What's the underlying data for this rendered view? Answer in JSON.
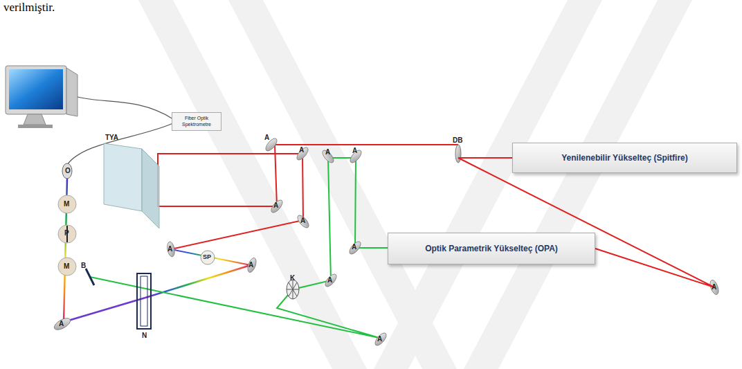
{
  "diagram": {
    "nodes": [
      {
        "text": [
          "Fiber Optik Spektrometre"
        ]
      },
      {
        "text": [
          "Yenilenebilir Yükselteç (Spitfire)"
        ]
      },
      {
        "text": [
          "Optik Parametrik Yükselteç (OPA)"
        ]
      }
    ],
    "edges": [
      {
        "from": 1,
        "to": 2,
        "arrow": "none"
      }
    ],
    "labels": [
      "verilmiştir.",
      "TYA",
      "A",
      "DB",
      "A",
      "A",
      "A",
      "O",
      "M",
      "A",
      "P",
      "A",
      "A",
      "A",
      "SP",
      "A",
      "M",
      "B",
      "K",
      "A",
      "A",
      "A",
      "N",
      "A"
    ]
  }
}
